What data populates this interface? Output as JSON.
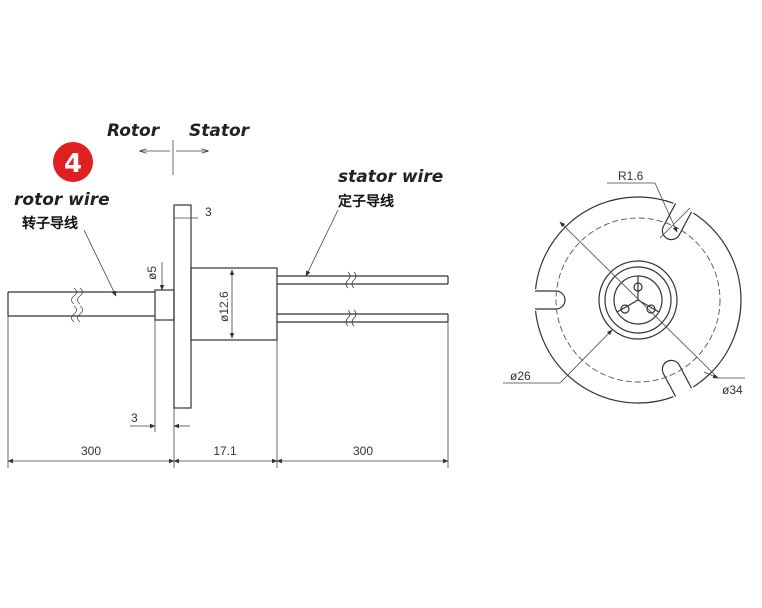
{
  "badge": {
    "number": "4",
    "color": "#e02020"
  },
  "direction": {
    "rotor": "Rotor",
    "stator": "Stator"
  },
  "labels": {
    "rotor_wire": "rotor wire",
    "rotor_wire_cn": "转子导线",
    "stator_wire": "stator wire",
    "stator_wire_cn": "定子导线"
  },
  "dimensions": {
    "flange_thickness": "3",
    "rotor_shaft_dia": "ø5",
    "body_dia": "ø12.6",
    "shaft_length": "3",
    "rotor_wire_length": "300",
    "body_length": "17.1",
    "stator_wire_length": "300",
    "slot_radius": "R1.6",
    "bolt_circle_dia": "ø26",
    "flange_dia": "ø34"
  }
}
